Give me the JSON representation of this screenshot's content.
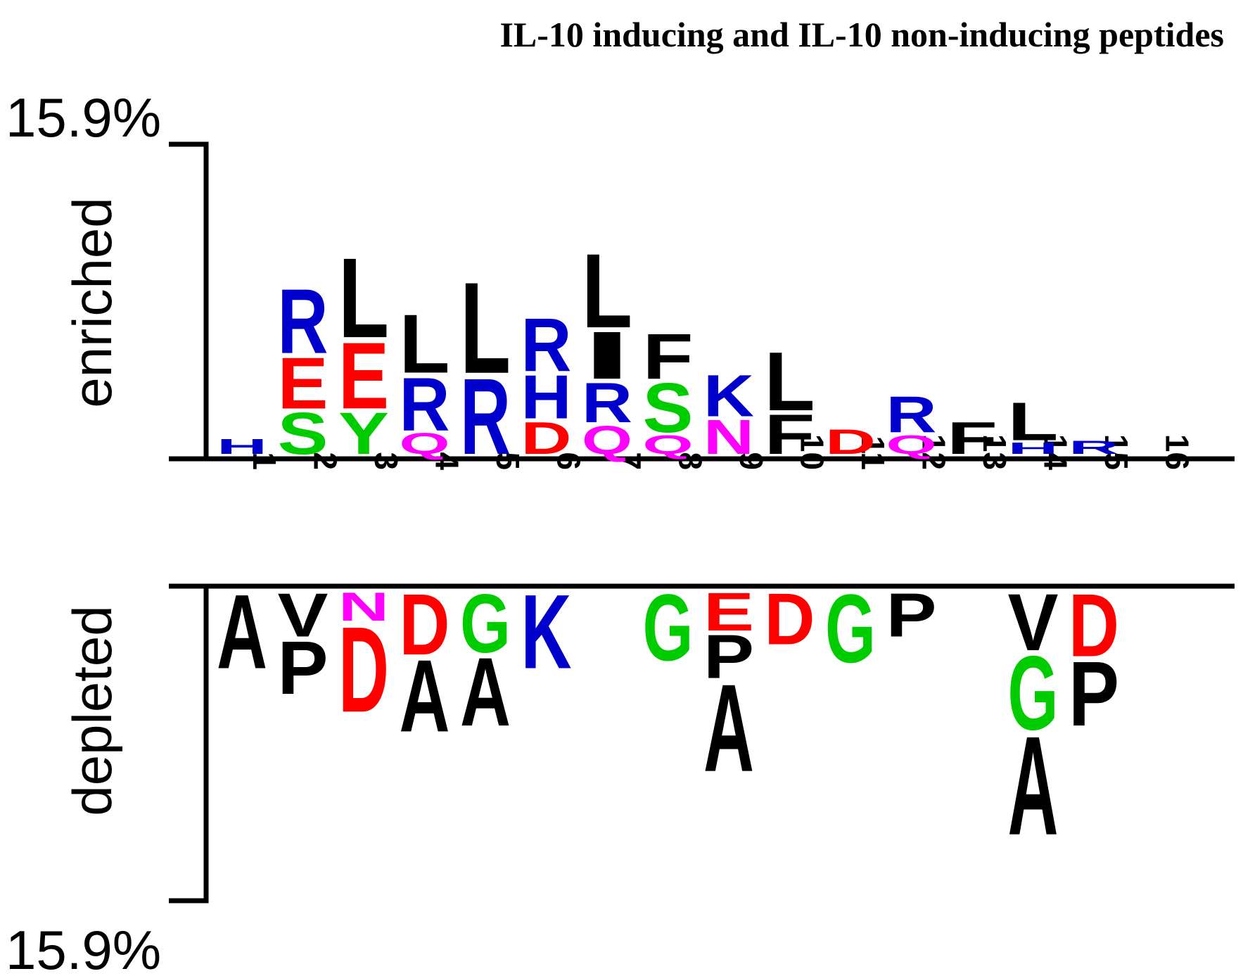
{
  "title": "IL-10 inducing and IL-10 non-inducing peptides",
  "labels": {
    "enriched": "enriched",
    "depleted": "depleted",
    "top_scale": "15.9%",
    "bottom_scale": "15.9%"
  },
  "colors": {
    "H": "#0000cc",
    "R": "#0000cc",
    "K": "#0000cc",
    "E": "#ff0000",
    "D": "#ff0000",
    "S": "#00cc00",
    "Y": "#00cc00",
    "G": "#00cc00",
    "Q": "#ff00ff",
    "N": "#ff00ff",
    "L": "#000000",
    "I": "#000000",
    "F": "#000000",
    "A": "#000000",
    "V": "#000000",
    "P": "#000000"
  },
  "chart_data": {
    "type": "sequence-logo",
    "title": "IL-10 inducing and IL-10 non-inducing peptides",
    "scale_max_percent": 15.9,
    "positions": [
      "1",
      "2",
      "3",
      "4",
      "5",
      "6",
      "7",
      "8",
      "9",
      "10",
      "11",
      "12",
      "13",
      "14",
      "15",
      "16"
    ],
    "enriched": [
      [
        {
          "aa": "H",
          "value": 0.9
        }
      ],
      [
        {
          "aa": "S",
          "value": 2.3
        },
        {
          "aa": "E",
          "value": 2.8
        },
        {
          "aa": "R",
          "value": 3.5
        }
      ],
      [
        {
          "aa": "Y",
          "value": 2.3
        },
        {
          "aa": "E",
          "value": 3.6
        },
        {
          "aa": "L",
          "value": 4.3
        }
      ],
      [
        {
          "aa": "Q",
          "value": 1.2
        },
        {
          "aa": "R",
          "value": 2.9
        },
        {
          "aa": "L",
          "value": 3.2
        }
      ],
      [
        {
          "aa": "R",
          "value": 4.1
        },
        {
          "aa": "L",
          "value": 4.9
        }
      ],
      [
        {
          "aa": "D",
          "value": 1.8
        },
        {
          "aa": "H",
          "value": 2.4
        },
        {
          "aa": "R",
          "value": 2.9
        }
      ],
      [
        {
          "aa": "Q",
          "value": 1.6
        },
        {
          "aa": "R",
          "value": 2.2
        },
        {
          "aa": "I",
          "value": 2.6
        },
        {
          "aa": "L",
          "value": 4.0
        }
      ],
      [
        {
          "aa": "Q",
          "value": 1.1
        },
        {
          "aa": "S",
          "value": 2.7
        },
        {
          "aa": "F",
          "value": 2.5
        }
      ],
      [
        {
          "aa": "N",
          "value": 1.9
        },
        {
          "aa": "K",
          "value": 2.3
        }
      ],
      [
        {
          "aa": "F",
          "value": 2.2
        },
        {
          "aa": "L",
          "value": 3.2
        }
      ],
      [
        {
          "aa": "D",
          "value": 1.4
        }
      ],
      [
        {
          "aa": "Q",
          "value": 1.1
        },
        {
          "aa": "R",
          "value": 2.0
        }
      ],
      [
        {
          "aa": "F",
          "value": 1.8
        }
      ],
      [
        {
          "aa": "H",
          "value": 0.7
        },
        {
          "aa": "L",
          "value": 2.1
        }
      ],
      [
        {
          "aa": "R",
          "value": 0.8
        }
      ],
      []
    ],
    "depleted": [
      [
        {
          "aa": "A",
          "value": 4.0
        }
      ],
      [
        {
          "aa": "V",
          "value": 2.4
        },
        {
          "aa": "P",
          "value": 2.9
        }
      ],
      [
        {
          "aa": "N",
          "value": 1.6
        },
        {
          "aa": "D",
          "value": 4.6
        }
      ],
      [
        {
          "aa": "D",
          "value": 3.3
        },
        {
          "aa": "A",
          "value": 3.9
        }
      ],
      [
        {
          "aa": "G",
          "value": 3.2
        },
        {
          "aa": "A",
          "value": 3.7
        }
      ],
      [
        {
          "aa": "K",
          "value": 4.0
        }
      ],
      [],
      [
        {
          "aa": "G",
          "value": 3.6
        }
      ],
      [
        {
          "aa": "E",
          "value": 2.1
        },
        {
          "aa": "P",
          "value": 2.4
        },
        {
          "aa": "A",
          "value": 4.7
        }
      ],
      [
        {
          "aa": "D",
          "value": 2.8
        }
      ],
      [
        {
          "aa": "G",
          "value": 3.7
        }
      ],
      [
        {
          "aa": "P",
          "value": 2.4
        }
      ],
      [],
      [
        {
          "aa": "V",
          "value": 3.1
        },
        {
          "aa": "G",
          "value": 4.0
        },
        {
          "aa": "A",
          "value": 5.3
        }
      ],
      [
        {
          "aa": "D",
          "value": 3.4
        },
        {
          "aa": "P",
          "value": 3.5
        }
      ],
      []
    ]
  }
}
